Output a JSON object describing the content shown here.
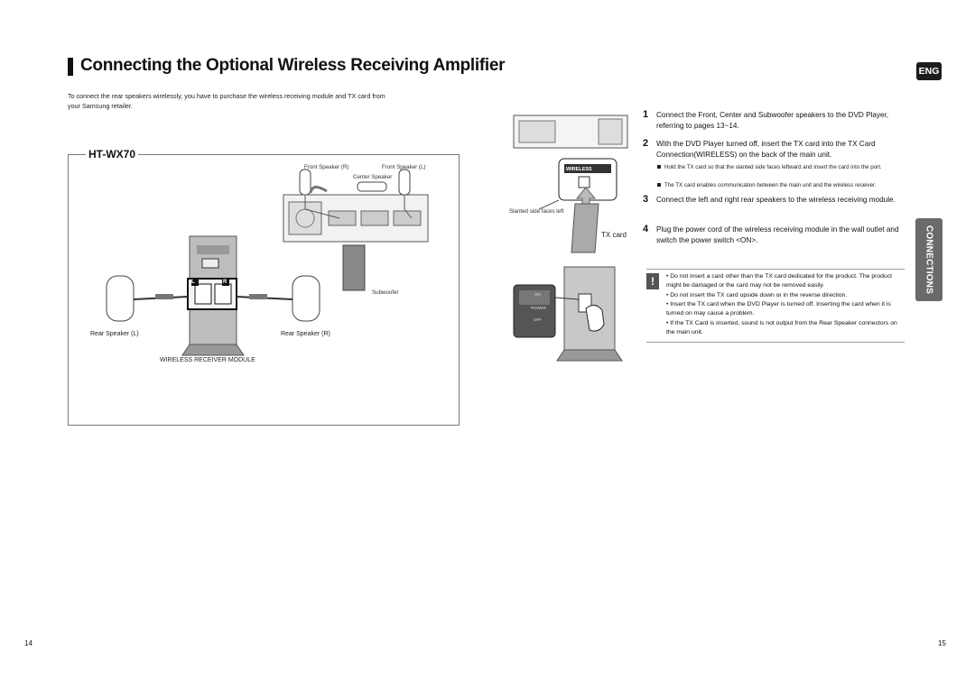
{
  "title": "Connecting the Optional Wireless Receiving Amplifier",
  "intro": "To connect the rear speakers wirelessly, you have to purchase the wireless receiving module and TX card from your Samsung retailer.",
  "model": "HT-WX70",
  "diagram_labels": {
    "front_speaker_r": "Front Speaker (R)",
    "front_speaker_l": "Front Speaker (L)",
    "center_speaker": "Center Speaker",
    "subwoofer": "Subwoofer",
    "rear_speaker_l": "Rear Speaker (L)",
    "rear_speaker_r": "Rear Speaker (R)",
    "wireless_receiver_module": "WIRELESS RECEIVER MODULE",
    "jack_l": "L",
    "jack_r": "R"
  },
  "card_labels": {
    "wireless": "WIRELESS",
    "slanted": "Slanted side faces left",
    "tx_card": "TX card",
    "on": "ON",
    "power": "POWER",
    "off": "OFF"
  },
  "language_badge": "ENG",
  "section_tab": "CONNECTIONS",
  "steps": [
    {
      "num": "1",
      "text": "Connect the Front, Center and Subwoofer speakers to the DVD Player, referring to pages 13~14."
    },
    {
      "num": "2",
      "text": "With the DVD Player turned off, insert the TX card into the TX Card Connection(WIRELESS) on the back of the main unit."
    },
    {
      "num": "3",
      "text": "Connect the left and right rear speakers to the wireless receiving module."
    },
    {
      "num": "4",
      "text": "Plug the power cord of the wireless receiving module in the wall outlet and switch the power switch <ON>."
    }
  ],
  "sub_notes": [
    "Hold the TX card so that the slanted side faces leftward and insert the card into the port.",
    "The TX card enables communication between the main unit and the wireless receiver."
  ],
  "warning_icon": "!",
  "notes": [
    "• Do not insert a card other than the TX card dedicated for the product. The product might be damaged or the card may not be removed easily.",
    "• Do not insert the TX card upside down or in the reverse direction.",
    "• Insert the TX card when the DVD Player is turned off. Inserting the card when it is turned on may cause a problem.",
    "• If the TX Card is inserted, sound is not output from the Rear Speaker connectors on the main unit."
  ],
  "page_left": "14",
  "page_right": "15"
}
